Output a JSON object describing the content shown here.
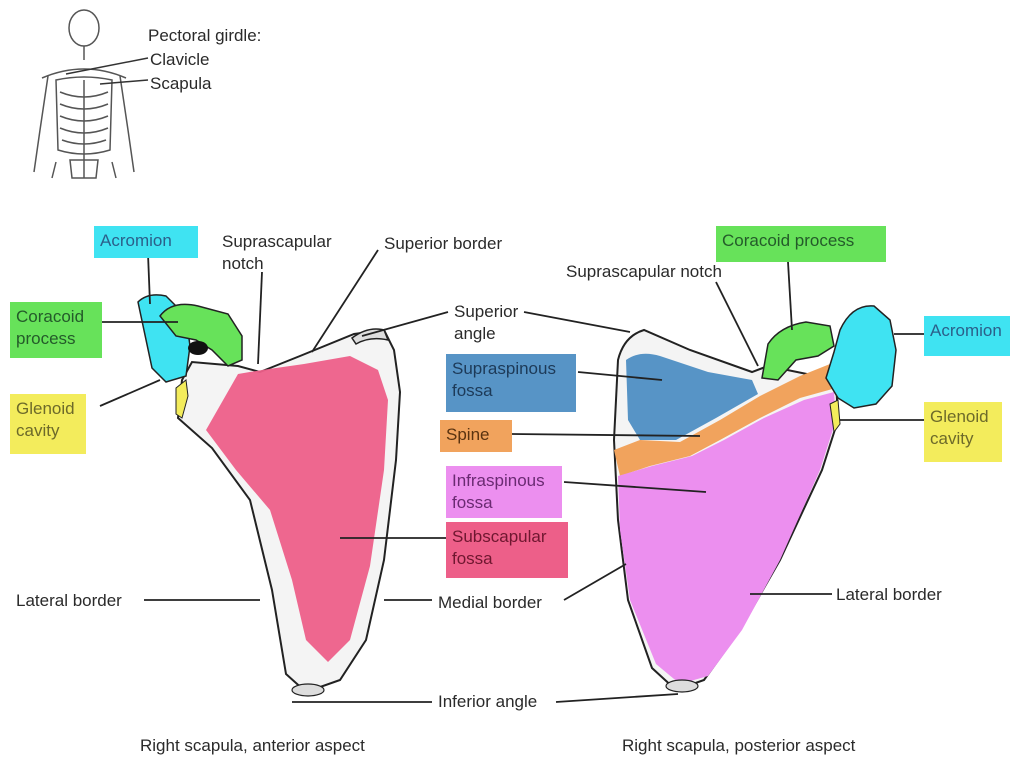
{
  "legend": {
    "title": "Pectoral girdle:",
    "item1": "Clavicle",
    "item2": "Scapula"
  },
  "anterior": {
    "acromion": "Acromion",
    "suprascapular_notch_1": "Suprascapular",
    "suprascapular_notch_2": "notch",
    "superior_border": "Superior border",
    "coracoid_1": "Coracoid",
    "coracoid_2": "process",
    "glenoid_1": "Glenoid",
    "glenoid_2": "cavity",
    "lateral_border": "Lateral border",
    "caption": "Right scapula, anterior aspect"
  },
  "center": {
    "superior_angle_1": "Superior",
    "superior_angle_2": "angle",
    "supraspinous_1": "Supraspinous",
    "supraspinous_2": "fossa",
    "spine": "Spine",
    "infraspinous_1": "Infraspinous",
    "infraspinous_2": "fossa",
    "subscapular_1": "Subscapular",
    "subscapular_2": "fossa",
    "medial_border": "Medial border",
    "inferior_angle": "Inferior angle"
  },
  "posterior": {
    "coracoid": "Coracoid process",
    "suprascapular_notch": "Suprascapular notch",
    "acromion": "Acromion",
    "glenoid_1": "Glenoid",
    "glenoid_2": "cavity",
    "lateral_border": "Lateral border",
    "caption": "Right scapula, posterior aspect"
  },
  "colors": {
    "acromion": "#3fe3f2",
    "coracoid": "#67e25a",
    "glenoid": "#f3ec5c",
    "supraspinous": "#5794c6",
    "spine": "#f1a35d",
    "infraspinous": "#ec8fef",
    "subscapular": "#ed5f89"
  }
}
